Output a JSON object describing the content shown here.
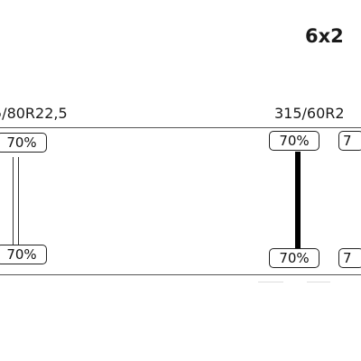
{
  "configuration": "6x2",
  "tire_sizes": {
    "front": "5/80R22,5",
    "rear": "315/60R2"
  },
  "pressure_badges": {
    "front_top": "70%",
    "front_bottom": "70%",
    "rear_top": "70%",
    "rear_bottom": "70%",
    "rear2_top": "7",
    "rear2_bottom": "7"
  },
  "colors": {
    "line": "#555555",
    "text": "#1a1a1a",
    "axle_solid": "#000000"
  }
}
